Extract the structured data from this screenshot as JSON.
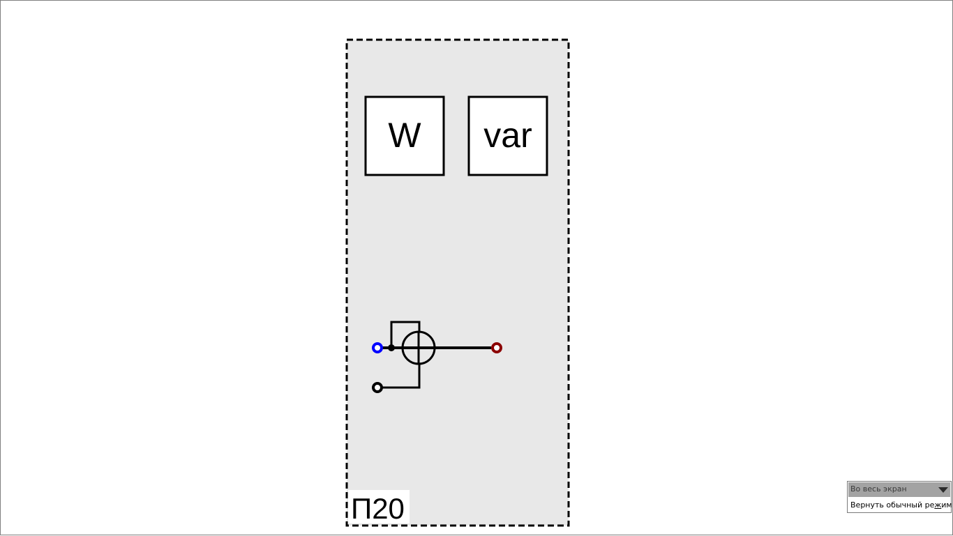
{
  "panel": {
    "label": "П20",
    "background_color": "#e8e8e8",
    "border_color": "#000000"
  },
  "meters": [
    {
      "label": "W"
    },
    {
      "label": "var"
    }
  ],
  "connector": {
    "terminal_colors": {
      "neutral": "#0000ff",
      "phase": "#8b0000",
      "ground": "#000000"
    }
  },
  "fullscreen_toolbar": {
    "title": "Во весь экран",
    "close_label": "Вернуть обычный режим",
    "close_label_parts": [
      "Вернуть обычный ре",
      "ж",
      "им"
    ]
  }
}
